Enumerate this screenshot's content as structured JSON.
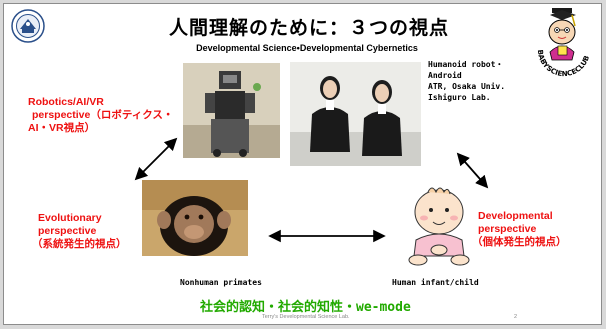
{
  "title": "人間理解のために：３つの視点",
  "subtitle": "Developmental Science•Developmental Cybernetics",
  "robotics_label": {
    "line1": "Robotics/AI/VR",
    "line2": "perspective（ロボティクス・",
    "line3": "AI・VR視点）"
  },
  "android_caption": {
    "line1": "Humanoid robot・",
    "line2": "Android",
    "line3": "ATR, Osaka Univ.",
    "line4": "Ishiguro Lab."
  },
  "evolutionary_label": {
    "line1": "Evolutionary",
    "line2": "perspective",
    "line3": "（系統発生的視点）"
  },
  "developmental_label": {
    "line1": "Developmental",
    "line2": "perspective",
    "line3": "（個体発生的視点）"
  },
  "nonhuman_caption": "Nonhuman primates",
  "human_caption": "Human infant/child",
  "bottom_banner": "社会的認知・社会的知性・we-mode",
  "footer": "Terry's Developmental Science Lab.",
  "page_number": "2",
  "logo_text": "BABYSCIENCECLUB"
}
